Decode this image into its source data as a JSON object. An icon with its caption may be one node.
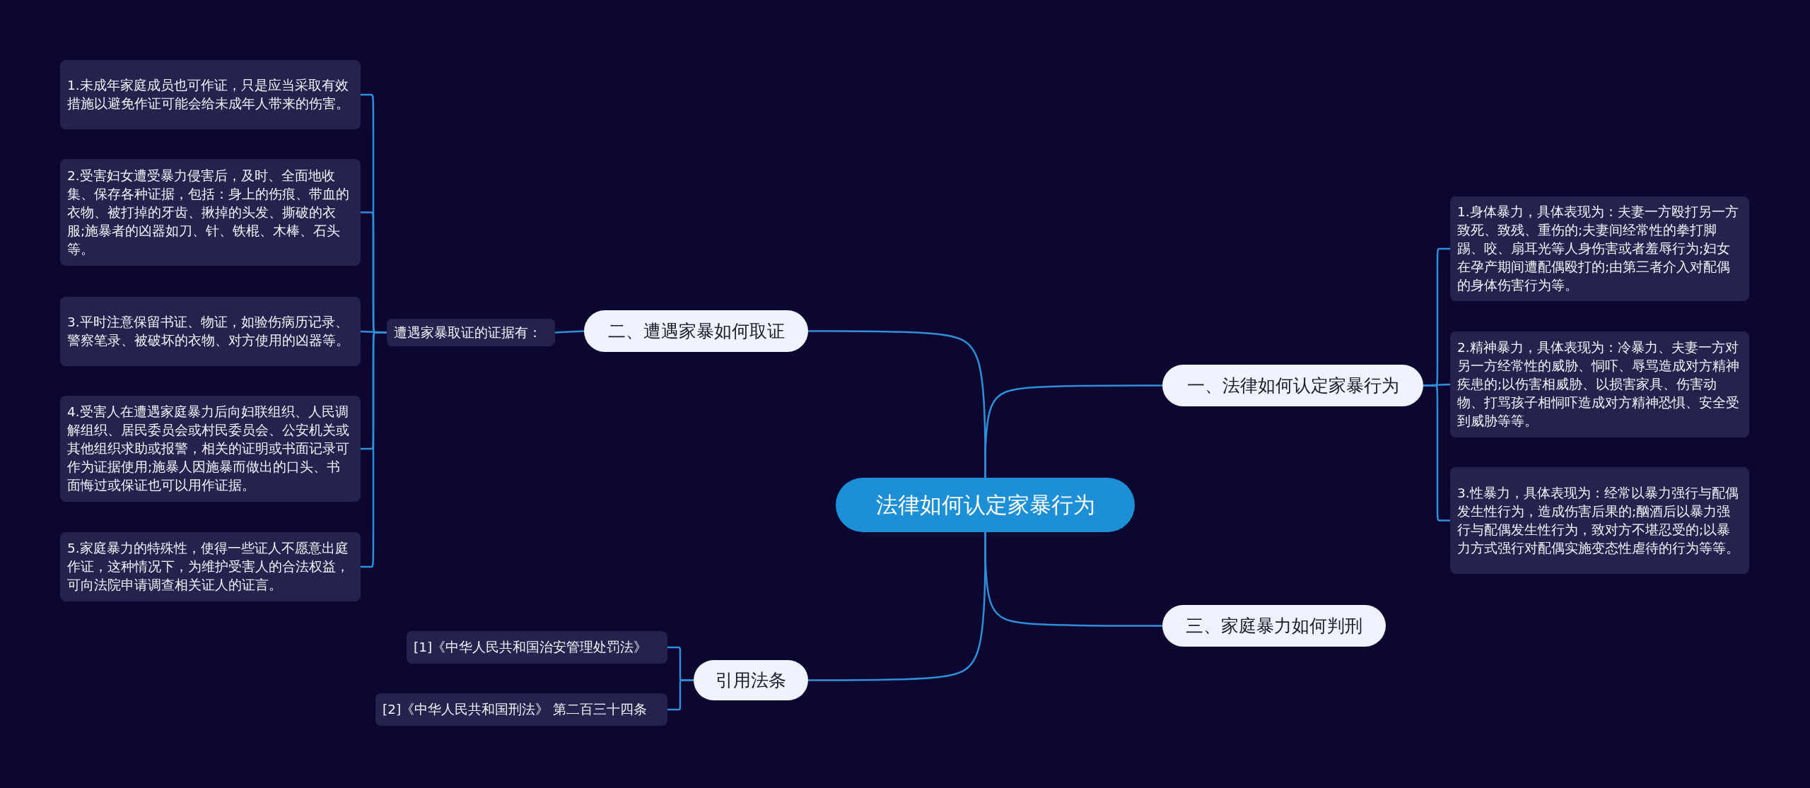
{
  "diagram": {
    "nodes": [
      {
        "text": [
          "法律如何认定家暴行为"
        ]
      },
      {
        "text": [
          "一、法律如何认定家暴行为"
        ]
      },
      {
        "text": [
          "1.身体暴力，具体表现为：夫妻一方殴打另一方致死、致残、重伤的;夫妻间经常性的拳打脚踢、咬、扇耳光等人身伤害或者羞辱行为;妇女在孕产期间遭配偶殴打的;由第三者介入对配偶的身体伤害行为等。"
        ]
      },
      {
        "text": [
          "2.精神暴力，具体表现为：冷暴力、夫妻一方对另一方经常性的威胁、恫吓、辱骂造成对方精神疾患的;以伤害相威胁、以损害家具、伤害动物、打骂孩子相恫吓造成对方精神恐惧、安全受到威胁等等。"
        ]
      },
      {
        "text": [
          "3.性暴力，具体表现为：经常以暴力强行与配偶发生性行为，造成伤害后果的;酗酒后以暴力强行与配偶发生性行为，致对方不堪忍受的;以暴力方式强行对配偶实施变态性虐待的行为等等。"
        ]
      },
      {
        "text": [
          "三、家庭暴力如何判刑"
        ]
      },
      {
        "text": [
          "二、遭遇家暴如何取证"
        ]
      },
      {
        "text": [
          "遭遇家暴取证的证据有："
        ]
      },
      {
        "text": [
          "1.未成年家庭成员也可作证，只是应当采取有效措施以避免作证可能会给未成年人带来的伤害。"
        ]
      },
      {
        "text": [
          "2.受害妇女遭受暴力侵害后，及时、全面地收集、保存各种证据，包括：身上的伤痕、带血的衣物、被打掉的牙齿、揪掉的头发、撕破的衣服;施暴者的凶器如刀、针、铁棍、木棒、石头等。"
        ]
      },
      {
        "text": [
          "3.平时注意保留书证、物证，如验伤病历记录、警察笔录、被破坏的衣物、对方使用的凶器等。"
        ]
      },
      {
        "text": [
          "4.受害人在遭遇家庭暴力后向妇联组织、人民调解组织、居民委员会或村民委员会、公安机关或其他组织求助或报警，相关的证明或书面记录可作为证据使用;施暴人因施暴而做出的口头、书面悔过或保证也可以用作证据。"
        ]
      },
      {
        "text": [
          "5.家庭暴力的特殊性，使得一些证人不愿意出庭作证，这种情况下，为维护受害人的合法权益，可向法院申请调查相关证人的证言。"
        ]
      },
      {
        "text": [
          "引用法条"
        ]
      },
      {
        "text": [
          "[1]《中华人民共和国治安管理处罚法》"
        ]
      },
      {
        "text": [
          "[2]《中华人民共和国刑法》 第二百三十四条"
        ]
      }
    ],
    "edges": [
      {
        "from": 0,
        "to": 1,
        "arrow": "none"
      },
      {
        "from": 1,
        "to": 2,
        "arrow": "none"
      },
      {
        "from": 1,
        "to": 3,
        "arrow": "none"
      },
      {
        "from": 1,
        "to": 4,
        "arrow": "none"
      },
      {
        "from": 0,
        "to": 5,
        "arrow": "none"
      },
      {
        "from": 0,
        "to": 6,
        "arrow": "none"
      },
      {
        "from": 6,
        "to": 7,
        "arrow": "none"
      },
      {
        "from": 7,
        "to": 8,
        "arrow": "none"
      },
      {
        "from": 7,
        "to": 9,
        "arrow": "none"
      },
      {
        "from": 7,
        "to": 10,
        "arrow": "none"
      },
      {
        "from": 7,
        "to": 11,
        "arrow": "none"
      },
      {
        "from": 7,
        "to": 12,
        "arrow": "none"
      },
      {
        "from": 0,
        "to": 13,
        "arrow": "none"
      },
      {
        "from": 13,
        "to": 14,
        "arrow": "none"
      },
      {
        "from": 13,
        "to": 15,
        "arrow": "none"
      }
    ]
  }
}
